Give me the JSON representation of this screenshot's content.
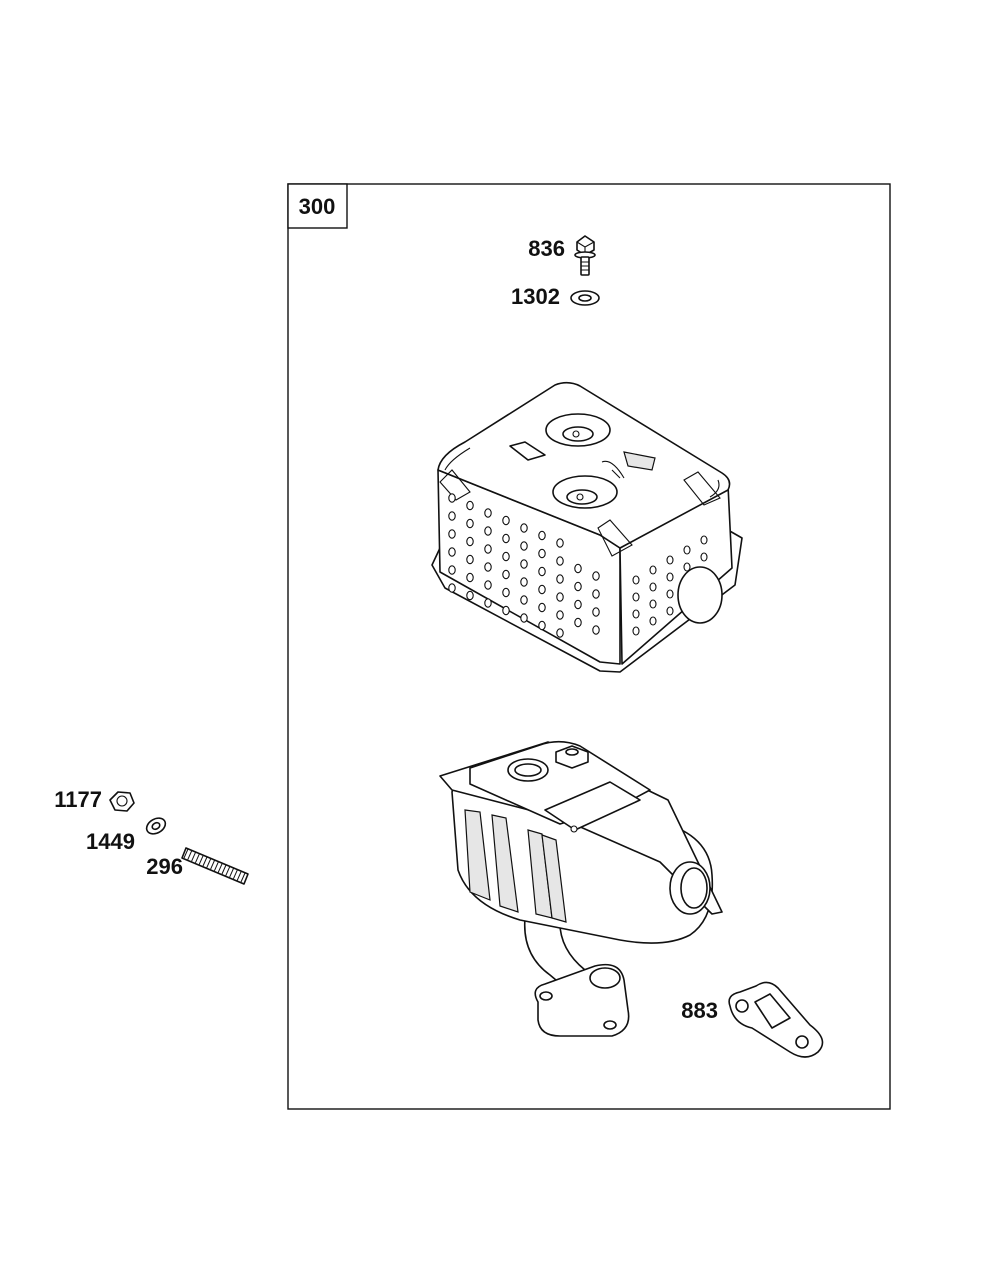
{
  "assembly": {
    "id": "300",
    "parts": [
      {
        "number": "836",
        "name": "screw-icon"
      },
      {
        "number": "1302",
        "name": "washer-icon"
      },
      {
        "number": "1177",
        "name": "nut-icon"
      },
      {
        "number": "1449",
        "name": "washer-icon"
      },
      {
        "number": "296",
        "name": "stud-icon"
      },
      {
        "number": "883",
        "name": "gasket-icon"
      }
    ]
  },
  "colors": {
    "line": "#111111",
    "background": "#ffffff",
    "shade": "#e6e6e6"
  }
}
